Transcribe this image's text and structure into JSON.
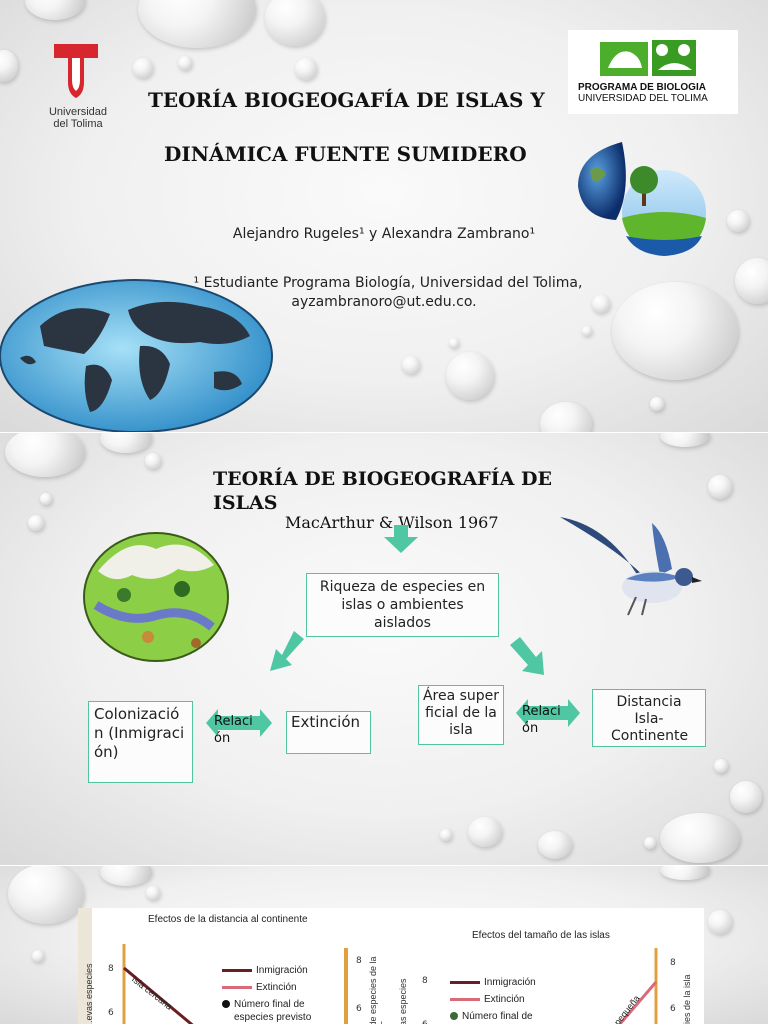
{
  "slide1": {
    "university": {
      "line1": "Universidad",
      "line2": "del Tolima"
    },
    "program_logo": {
      "line1": "PROGRAMA DE BIOLOGIA",
      "line2": "UNIVERSIDAD DEL TOLIMA"
    },
    "title_line1": "TEORÍA BIOGEOGAFÍA DE ISLAS Y",
    "title_line2": "DINÁMICA FUENTE SUMIDERO",
    "authors": "Alejandro Rugeles¹ y Alexandra Zambrano¹",
    "affiliation_line1": "¹ Estudiante Programa Biología, Universidad del Tolima,",
    "affiliation_line2": "ayzambranoro@ut.edu.co."
  },
  "slide2": {
    "title_line1": "TEORÍA DE BIOGEOGRAFÍA DE",
    "title_line2": "ISLAS",
    "subtitle": "MacArthur & Wilson 1967",
    "center_box": "Riqueza de especies en islas o ambientes aislados",
    "colonizacion": "Colonización (Inmigración)",
    "extincion": "Extinción",
    "area": "Área superficial de la isla",
    "distancia": "Distancia Isla-Continente",
    "relacion_left": "Relación",
    "relacion_right": "Relación"
  },
  "slide3": {
    "left_chart": {
      "title": "Efectos de la distancia al continente",
      "legend": [
        "Inmigración",
        "Extinción",
        "Número final de especies previsto"
      ],
      "line_label": "Isla cercana",
      "axis_left": "...evas especies",
      "axis_right": "...de especies de la isla",
      "ticks": [
        "8",
        "6"
      ]
    },
    "right_chart": {
      "title": "Efectos del tamaño de las islas",
      "legend": [
        "Inmigración",
        "Extinción",
        "Número final de"
      ],
      "line_label": "Isla pequeña",
      "axis_left": "...vas especies",
      "axis_right": "...cies de la isla",
      "ticks": [
        "8",
        "6"
      ]
    },
    "colors": {
      "immigration": "#6b1e22",
      "extinction": "#d96a7a",
      "axis": "#e0a040"
    }
  }
}
